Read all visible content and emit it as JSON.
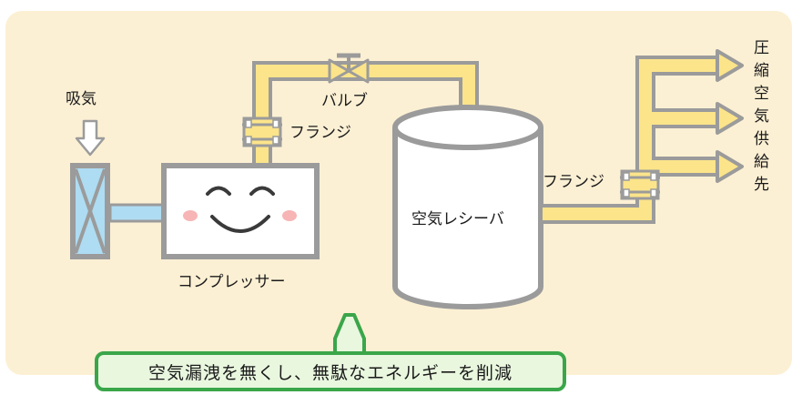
{
  "labels": {
    "intake": "吸気",
    "valve": "バルブ",
    "flange_left": "フランジ",
    "flange_right": "フランジ",
    "compressor": "コンプレッサー",
    "receiver": "空気レシーバ",
    "supply": [
      "圧",
      "縮",
      "空",
      "気",
      "供",
      "給",
      "先"
    ]
  },
  "message": "空気漏洩を無くし、無駄なエネルギーを削減",
  "colors": {
    "background_panel": "#fcf0d4",
    "pipe_fill": "#fbe48a",
    "pipe_outline": "#9b9b9b",
    "filter_fill": "#aedcf2",
    "callout_border": "#3aa64a",
    "callout_fill": "#e9f7df"
  }
}
